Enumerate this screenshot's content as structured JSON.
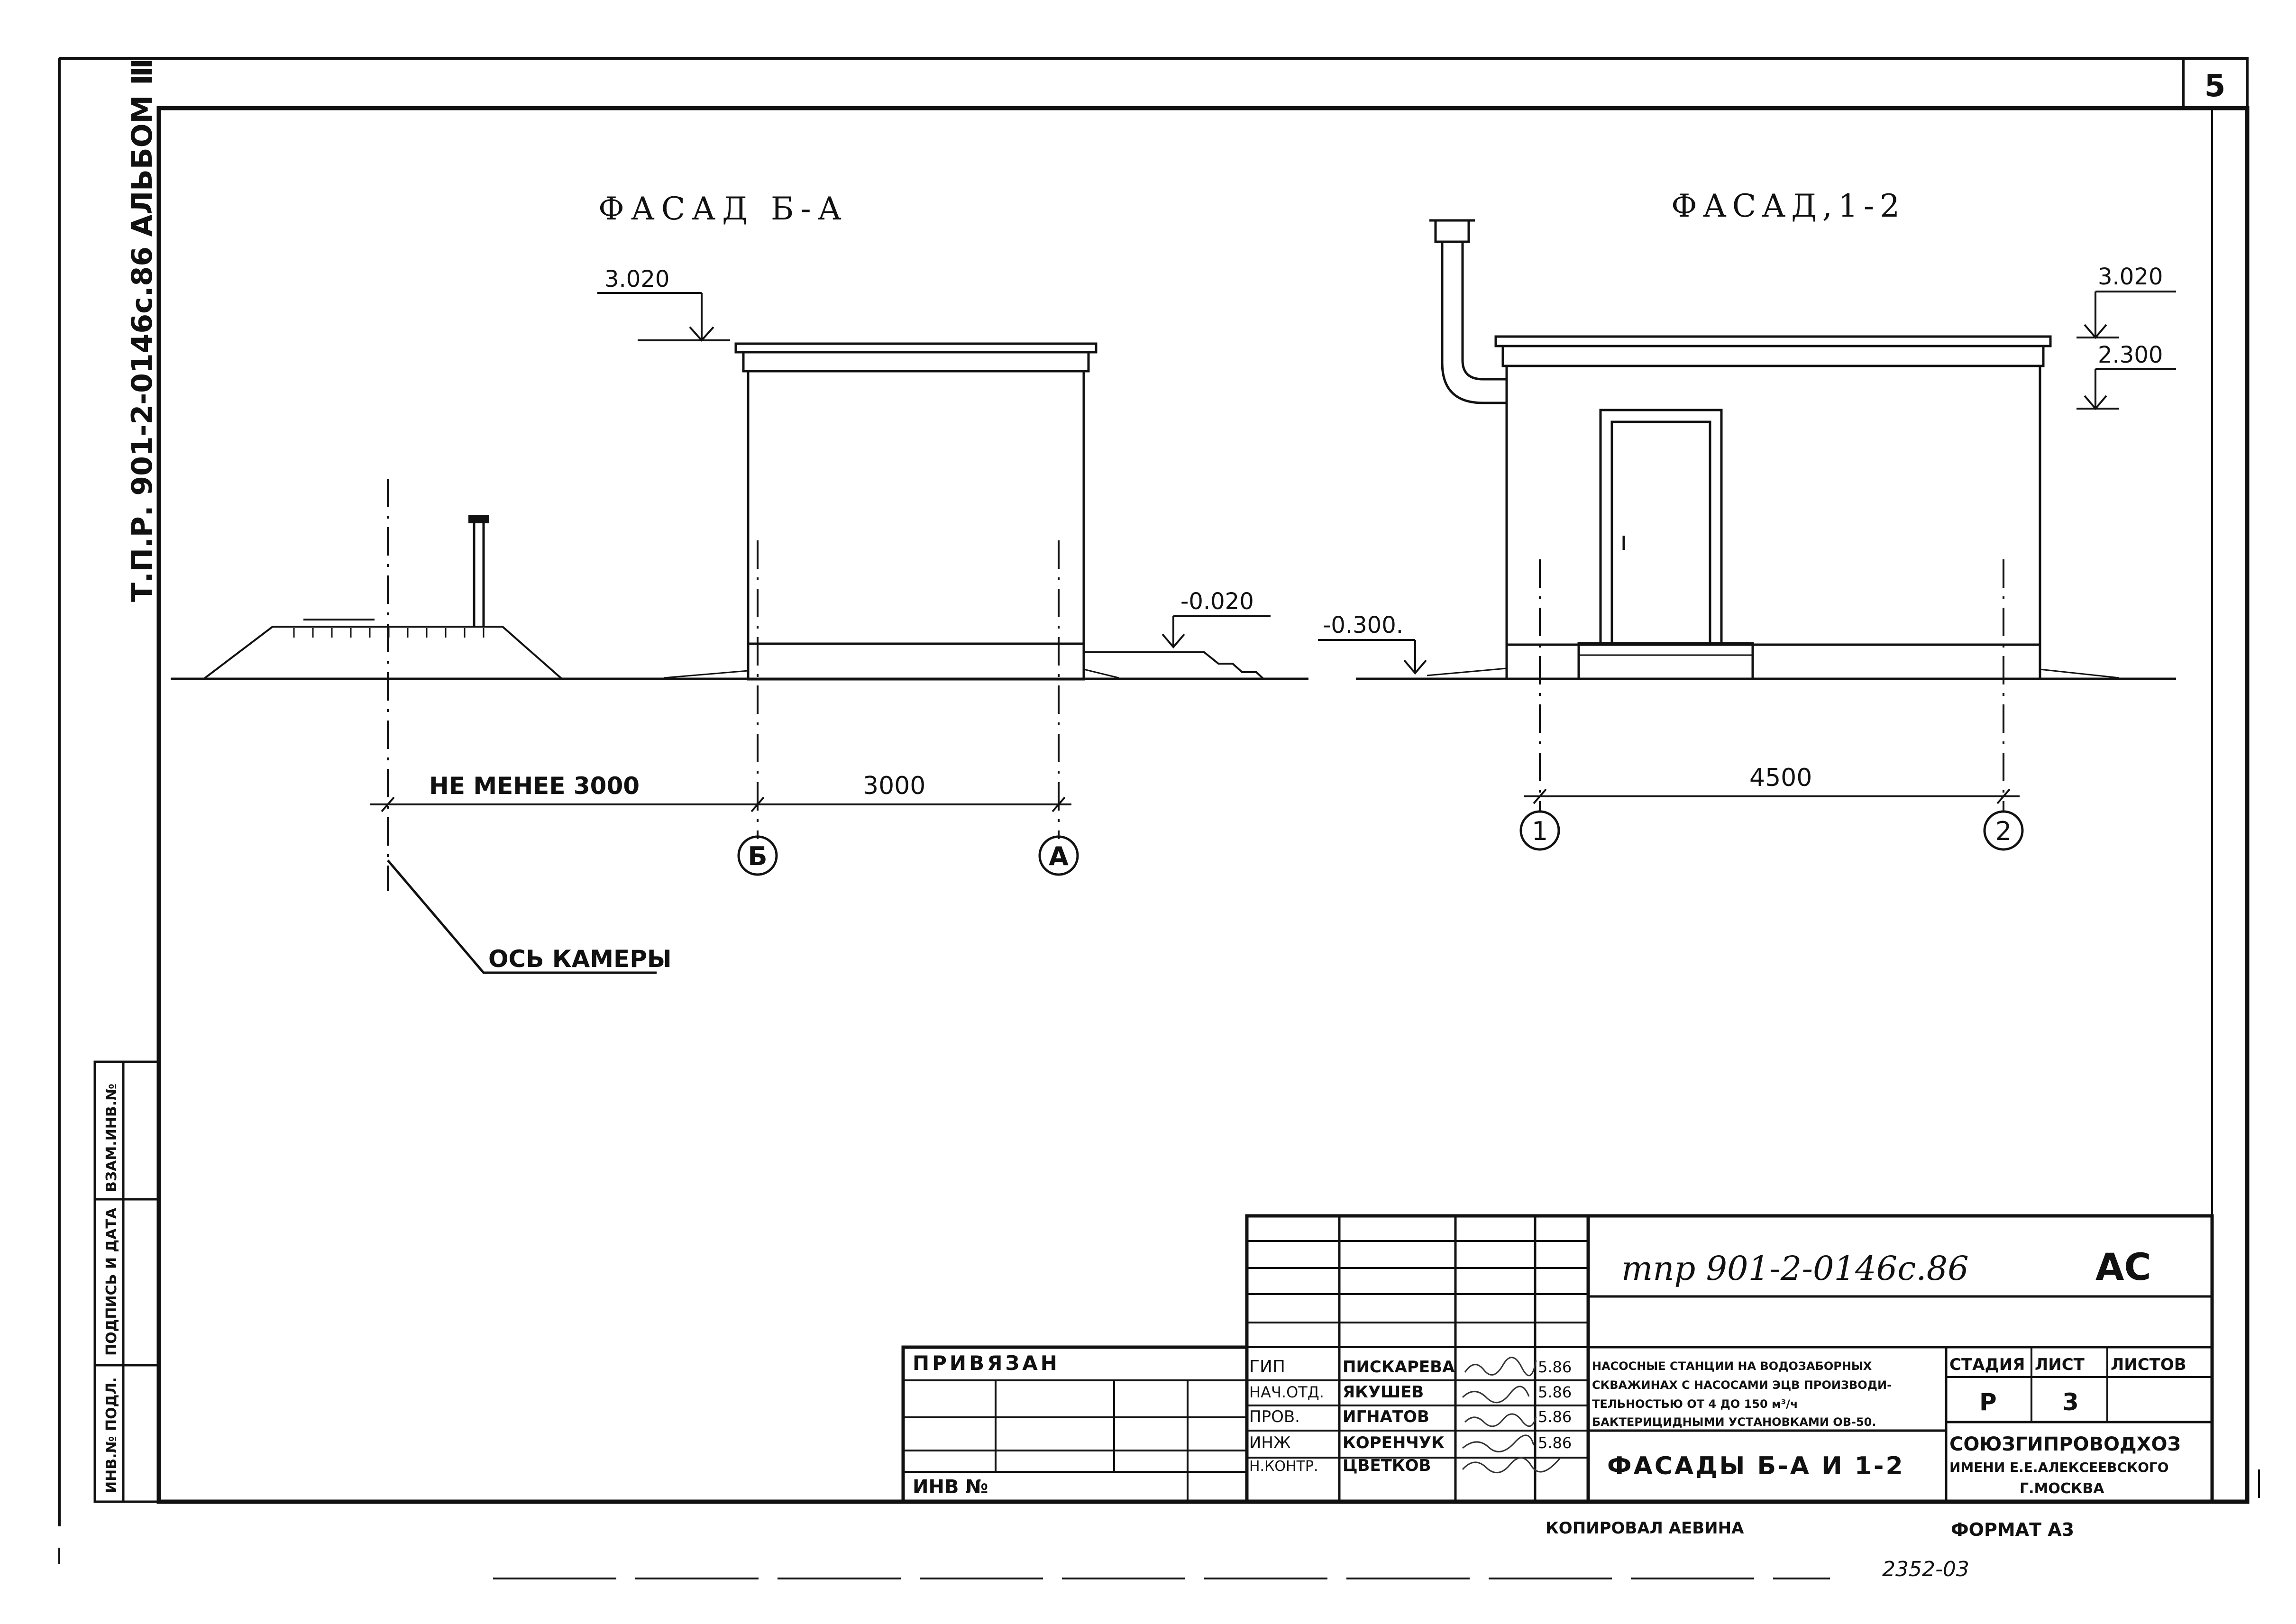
{
  "sheet": {
    "page_number": "5",
    "side_label": "Т.П.Р. 901-2-0146с.86  АЛЬБОМ Ⅲ"
  },
  "facade_b_a": {
    "title": "ФАСАД Б-А",
    "elev_top": "3.020",
    "elev_side": "-0.020",
    "dim_min": "НЕ МЕНЕЕ 3000",
    "dim_span": "3000",
    "axis_left": "Б",
    "axis_right": "А",
    "leader_label": "ОСЬ КАМЕРЫ"
  },
  "facade_1_2": {
    "title": "ФАСАД,1-2",
    "elev_top": "3.020",
    "elev_mid": "2.300",
    "elev_ground": "-0.300.",
    "dim_span": "4500",
    "axis_left": "1",
    "axis_right": "2"
  },
  "stamp": {
    "doc_code": "тпр 901-2-0146с.86",
    "mark": "АС",
    "privyazan": "ПРИВЯЗАН",
    "inv_no": "ИНВ №",
    "roles": [
      "ГИП",
      "НАЧ.ОТД.",
      "ПРОВ.",
      "ИНЖ",
      "Н.КОНТР."
    ],
    "names": [
      "ПИСКАРЕВА",
      "ЯКУШЕВ",
      "ИГНАТОВ",
      "КОРЕНЧУК",
      "ЦВЕТКОВ"
    ],
    "dates": [
      "5.86",
      "5.86",
      "5.86",
      "5.86",
      ""
    ],
    "project_title": "НАСОСНЫЕ СТАНЦИИ НА ВОДОЗАБОРНЫХ СКВАЖИНАХ С НАСОСАМИ ЭЦВ ПРОИЗВОДИ-ТЕЛЬНОСТЬЮ ОТ 4 ДО 150 м³/ч БАКТЕРИЦИДНЫМИ УСТАНОВКАМИ ОВ-50.",
    "project_lines": [
      "НАСОСНЫЕ СТАНЦИИ НА ВОДОЗАБОРНЫХ",
      "СКВАЖИНАХ С НАСОСАМИ ЭЦВ ПРОИЗВОДИ-",
      "ТЕЛЬНОСТЬЮ ОТ 4 ДО 150 м³/ч",
      "БАКТЕРИЦИДНЫМИ УСТАНОВКАМИ ОВ-50."
    ],
    "sheet_title": "ФАСАДЫ Б-А И 1-2",
    "stage_label": "СТАДИЯ",
    "sheet_label": "ЛИСТ",
    "sheets_label": "ЛИСТОВ",
    "stage_value": "Р",
    "sheet_value": "3",
    "org_lines": [
      "СОЮЗГИПРОВОДХОЗ",
      "ИМЕНИ Е.Е.АЛЕКСЕЕВСКОГО",
      "Г.МОСКВА"
    ]
  },
  "left_strip": {
    "labels": [
      "ВЗАМ.ИНВ.№",
      "ПОДПИСЬ И ДАТА",
      "ИНВ.№ ПОДЛ."
    ]
  },
  "footer": {
    "copied": "КОПИРОВАЛ АЕВИНА",
    "format": "ФОРМАТ А3",
    "number": "2352-03"
  }
}
